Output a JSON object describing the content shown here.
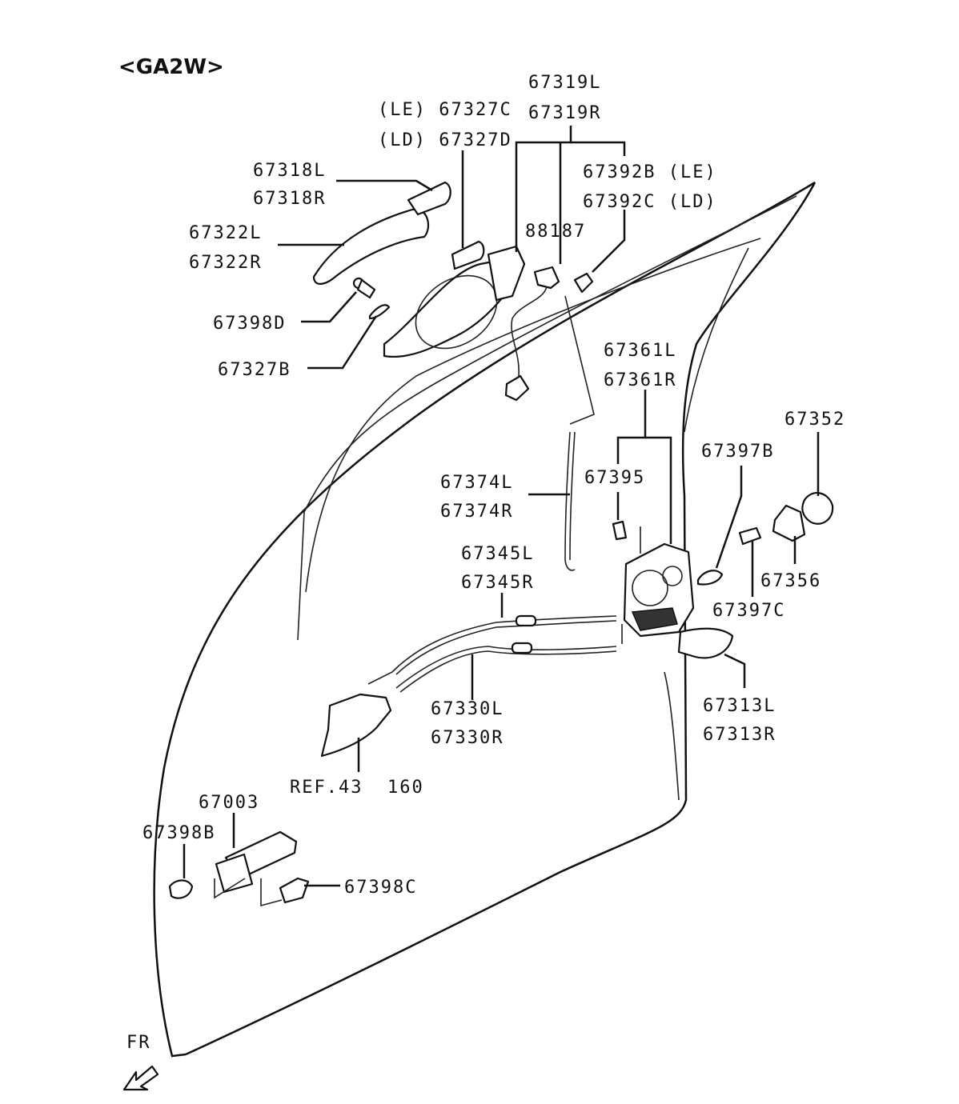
{
  "title": "<GA2W>",
  "labels": {
    "p67319": [
      "67319L",
      "67319R"
    ],
    "p67327": [
      "(LE) 67327C",
      "(LD) 67327D"
    ],
    "p67318": [
      "67318L",
      "67318R"
    ],
    "p67392": [
      "67392B (LE)",
      "67392C (LD)"
    ],
    "p67322": [
      "67322L",
      "67322R"
    ],
    "p88187": "88187",
    "p67398D": "67398D",
    "p67327B": "67327B",
    "p67361": [
      "67361L",
      "67361R"
    ],
    "p67352": "67352",
    "p67397B": "67397B",
    "p67374": [
      "67374L",
      "67374R"
    ],
    "p67395": "67395",
    "p67345": [
      "67345L",
      "67345R"
    ],
    "p67356": "67356",
    "p67397C": "67397C",
    "p67330": [
      "67330L",
      "67330R"
    ],
    "p67313": [
      "67313L",
      "67313R"
    ],
    "ref": "REF.43  160",
    "p67003": "67003",
    "p67398B": "67398B",
    "p67398C": "67398C",
    "fr": "FR"
  }
}
